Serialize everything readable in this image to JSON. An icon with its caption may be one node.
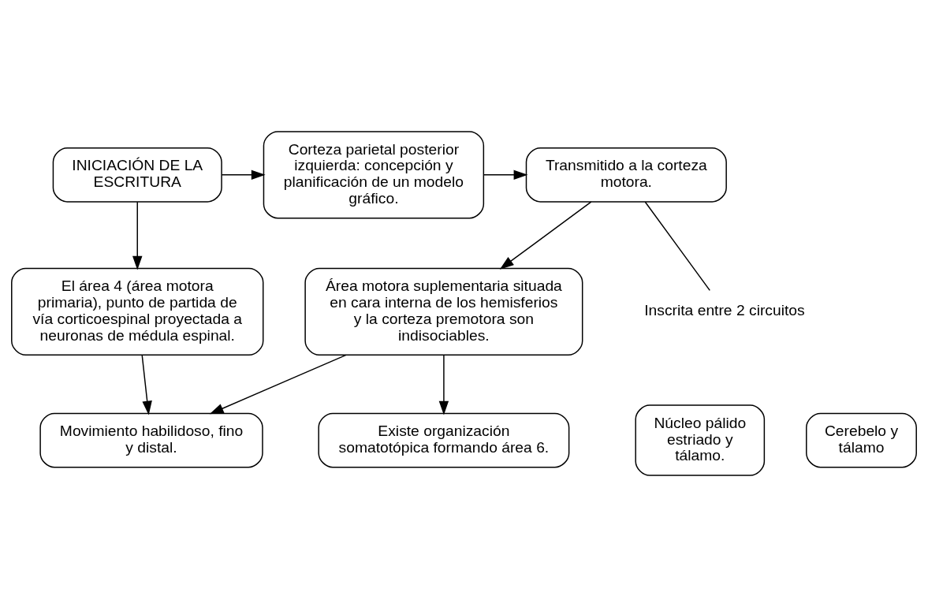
{
  "diagram": {
    "nodes": [
      {
        "text": [
          "INICIACIÓN DE LA ESCRITURA"
        ]
      },
      {
        "text": [
          "Corteza parietal posterior izquierda: concepción y planificación de un modelo gráfico."
        ]
      },
      {
        "text": [
          "Transmitido a la corteza motora."
        ]
      },
      {
        "text": [
          "Inscrita entre 2 circuitos"
        ]
      },
      {
        "text": [
          "Núcleo pálido estriado y tálamo."
        ]
      },
      {
        "text": [
          "Cerebelo y tálamo"
        ]
      },
      {
        "text": [
          "El área 4 (área motora primaria), punto de partida de vía corticoespinal proyectada a neuronas de médula espinal."
        ]
      },
      {
        "text": [
          "Movimiento habilidoso, fino y distal."
        ]
      },
      {
        "text": [
          "Área motora suplementaria situada en cara interna de los hemisferios y la corteza premotora son indisociables."
        ]
      },
      {
        "text": [
          "Existe organización somatotópica formando área 6."
        ]
      }
    ],
    "edges": [
      {
        "from": 0,
        "to": 1,
        "arrow": "to"
      },
      {
        "from": 0,
        "to": 6,
        "arrow": "to"
      },
      {
        "from": 1,
        "to": 2,
        "arrow": "to"
      },
      {
        "from": 2,
        "to": 3,
        "arrow": "none"
      },
      {
        "from": 2,
        "to": 8,
        "arrow": "to"
      },
      {
        "from": 6,
        "to": 7,
        "arrow": "to"
      },
      {
        "from": 8,
        "to": 7,
        "arrow": "to"
      },
      {
        "from": 8,
        "to": 9,
        "arrow": "to"
      }
    ]
  }
}
